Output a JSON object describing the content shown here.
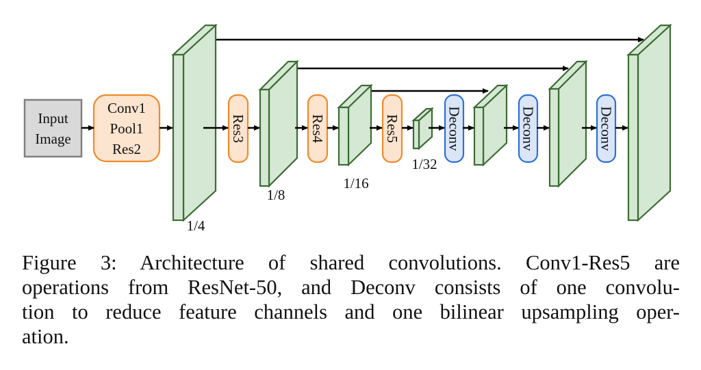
{
  "diagram": {
    "input": {
      "lines": [
        "Input",
        "Image"
      ]
    },
    "stem": {
      "lines": [
        "Conv1",
        "Pool1",
        "Res2"
      ]
    },
    "encoder_ops": [
      "Res3",
      "Res4",
      "Res5"
    ],
    "decoder_ops": [
      "Deconv",
      "Deconv",
      "Deconv"
    ],
    "scale_labels": [
      "1/4",
      "1/8",
      "1/16",
      "1/32"
    ],
    "colors": {
      "input_fill": "#d9d9d9",
      "input_stroke": "#7f7f7f",
      "op_fill": "#fde4cf",
      "op_stroke": "#ee8a2a",
      "deconv_fill": "#dae6f8",
      "deconv_stroke": "#2f6fd6",
      "block_fill": "#d5e8d4",
      "block_stroke": "#3d6b34",
      "arrow": "#000000"
    }
  },
  "caption": {
    "lines": [
      "Figure 3:  Architecture of shared convolutions.  Conv1-Res5 are",
      "operations from ResNet-50, and Deconv consists of one convolu-",
      "tion to reduce feature channels and one bilinear upsampling oper-",
      "ation."
    ]
  }
}
